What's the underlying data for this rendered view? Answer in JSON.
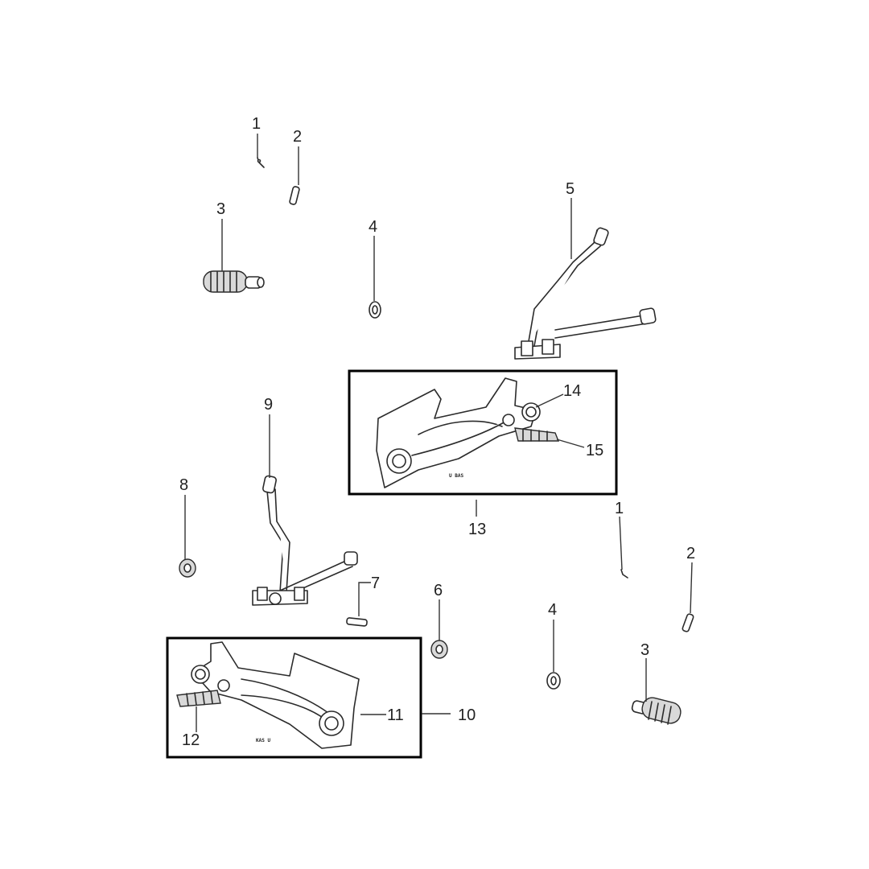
{
  "colors": {
    "line": "#2b2b2b",
    "box": "#000000",
    "background": "#ffffff"
  },
  "callouts": {
    "c1_top": "1",
    "c2_top": "2",
    "c3_top": "3",
    "c4_top": "4",
    "c5": "5",
    "c9": "9",
    "c8": "8",
    "c14": "14",
    "c15": "15",
    "c13": "13",
    "c1_bottom": "1",
    "c2_bottom": "2",
    "c7": "7",
    "c6": "6",
    "c4_bottom": "4",
    "c3_bottom": "3",
    "c11": "11",
    "c10": "10",
    "c12": "12"
  },
  "stamps": {
    "right_bracket": "U BAS",
    "left_bracket": "KAS U"
  }
}
